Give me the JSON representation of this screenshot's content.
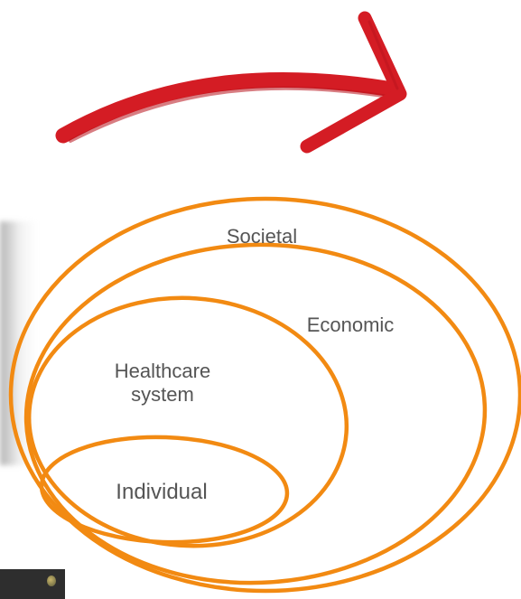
{
  "diagram": {
    "levels": {
      "societal": "Societal",
      "economic": "Economic",
      "healthcare_line1": "Healthcare",
      "healthcare_line2": "system",
      "individual": "Individual"
    }
  },
  "colors": {
    "ring": "#f28a12",
    "arrow": "#d41c24",
    "label": "#555555"
  },
  "icons": {
    "arrow": "curved-arrow-icon"
  }
}
